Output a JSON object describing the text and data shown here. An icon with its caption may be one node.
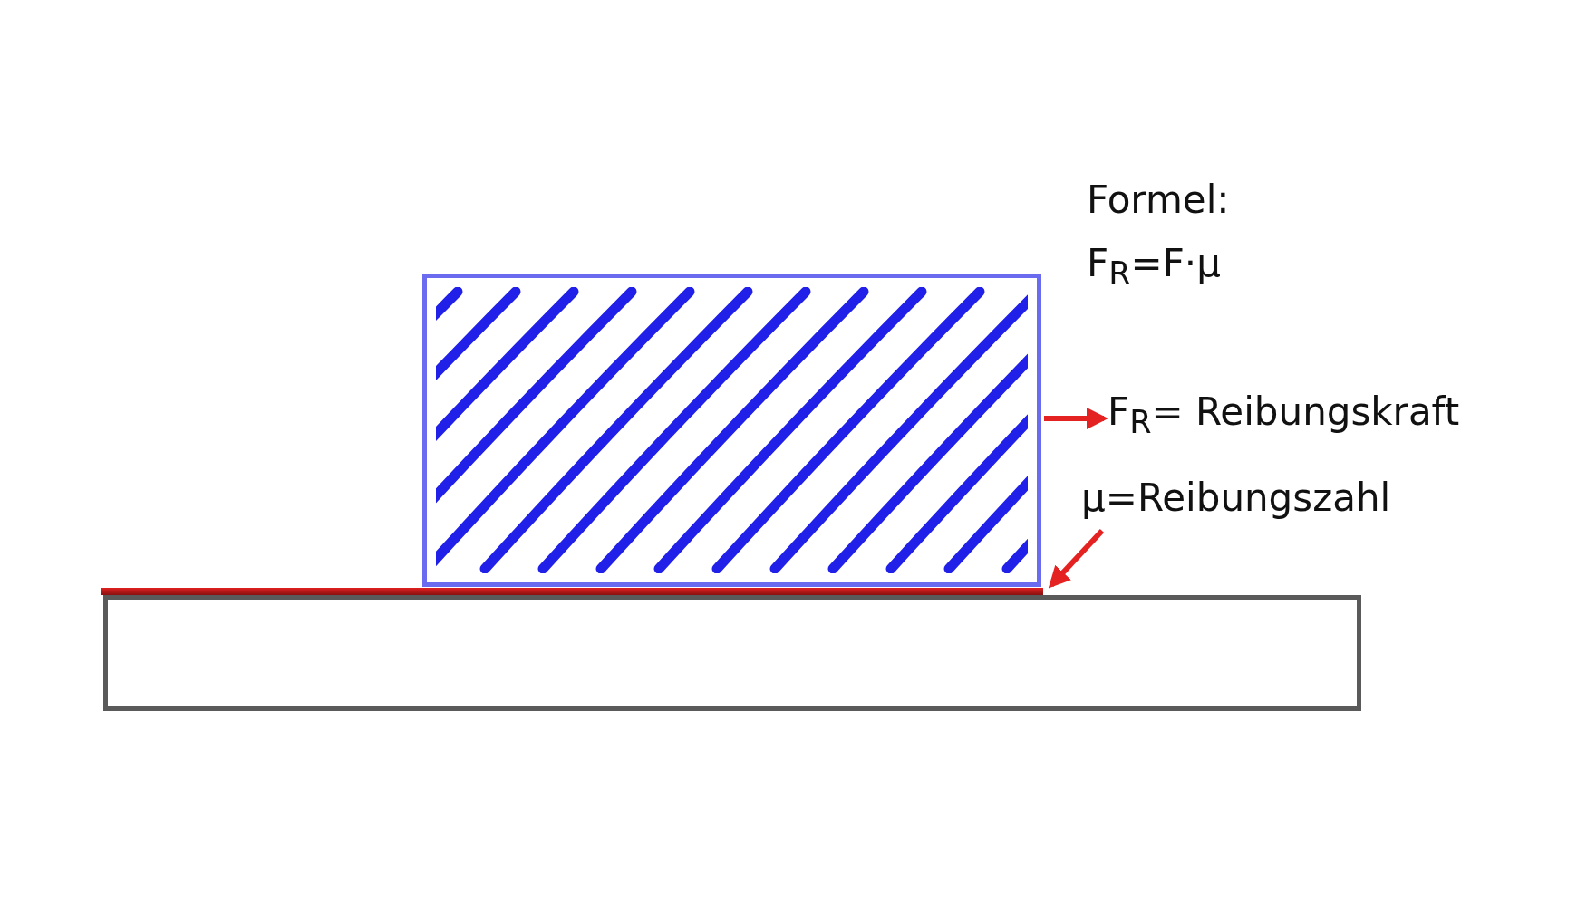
{
  "diagram": {
    "nodes": [
      {
        "text": [],
        "shape": "box"
      },
      {
        "text": [],
        "shape": "bar"
      },
      {
        "text": [],
        "shape": "box"
      },
      {
        "text": [
          "F$_{R}$= Reibungskraft"
        ]
      },
      {
        "text": [
          "μ=Reibungszahl"
        ]
      }
    ],
    "edges": [
      {
        "from": 0,
        "to": 3,
        "arrow": "to"
      },
      {
        "from": 4,
        "to": 1,
        "arrow": "to"
      }
    ],
    "labels": [
      "Formel:",
      "F$_{R}$=F·μ"
    ]
  }
}
